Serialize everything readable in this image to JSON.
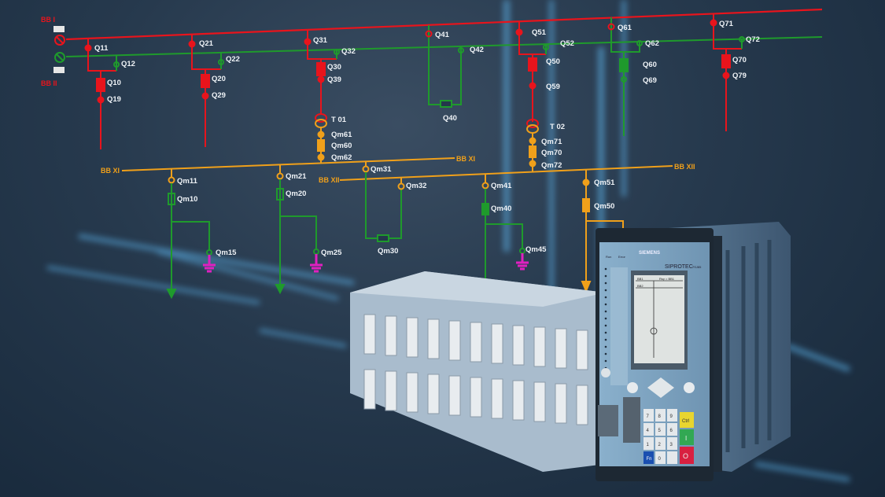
{
  "colors": {
    "busbar_1": "#e8141c",
    "busbar_2": "#1f9a2c",
    "busbar_mv": "#f0a01a",
    "earthing": "#e020c0",
    "background": "#24374b",
    "glow": "#5fb8f0"
  },
  "diagram": {
    "busbar_labels": {
      "bb_i": "BB I",
      "bb_ii": "BB II",
      "bb_xi_left": "BB XI",
      "bb_xi_right": "BB XI",
      "bb_xii_left": "BB XII",
      "bb_xii_right": "BB XII"
    },
    "labels": [
      "Q11",
      "Q12",
      "Q10",
      "Q19",
      "Q21",
      "Q22",
      "Q20",
      "Q29",
      "Q31",
      "Q32",
      "Q30",
      "Q39",
      "T 01",
      "Qm61",
      "Qm60",
      "Qm62",
      "Q41",
      "Q42",
      "Q40",
      "Q51",
      "Q52",
      "Q50",
      "Q59",
      "T 02",
      "Qm71",
      "Qm70",
      "Qm72",
      "Q61",
      "Q62",
      "Q60",
      "Q69",
      "Q71",
      "Q72",
      "Q70",
      "Q79",
      "Qm11",
      "Qm10",
      "Qm15",
      "Qm21",
      "Qm20",
      "Qm25",
      "Qm31",
      "Qm32",
      "Qm30",
      "Qm41",
      "Qm40",
      "Qm45",
      "Qm51",
      "Qm50"
    ]
  },
  "device": {
    "brand": "SIEMENS",
    "product": "SIPROTEC",
    "model": "7SJ85",
    "leds": {
      "run": "Run",
      "error": "Error"
    },
    "screen": {
      "line1": "BB1",
      "line2": "Rsy = BB1",
      "line3": "BB2"
    },
    "keys": [
      "7",
      "8",
      "9",
      "4",
      "5",
      "6",
      "1",
      "2",
      "3",
      "Fn",
      "0",
      ""
    ],
    "ctrl_key": "Ctrl",
    "on_key": "I",
    "off_key": "O"
  }
}
